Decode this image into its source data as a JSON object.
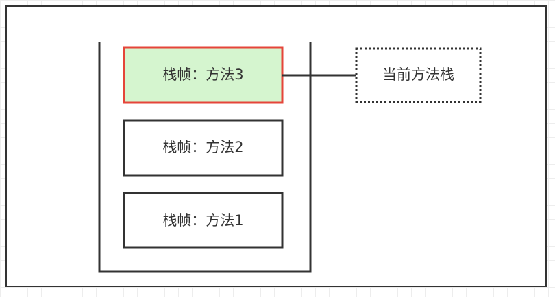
{
  "stack": {
    "frames": [
      {
        "label": "栈帧：方法3",
        "highlight": true
      },
      {
        "label": "栈帧：方法2",
        "highlight": false
      },
      {
        "label": "栈帧：方法1",
        "highlight": false
      }
    ]
  },
  "callout": {
    "label": "当前方法栈"
  },
  "colors": {
    "stroke": "#333333",
    "highlight_fill": "#d5f5cf",
    "highlight_border": "#e5453a",
    "grid": "#ededed"
  }
}
